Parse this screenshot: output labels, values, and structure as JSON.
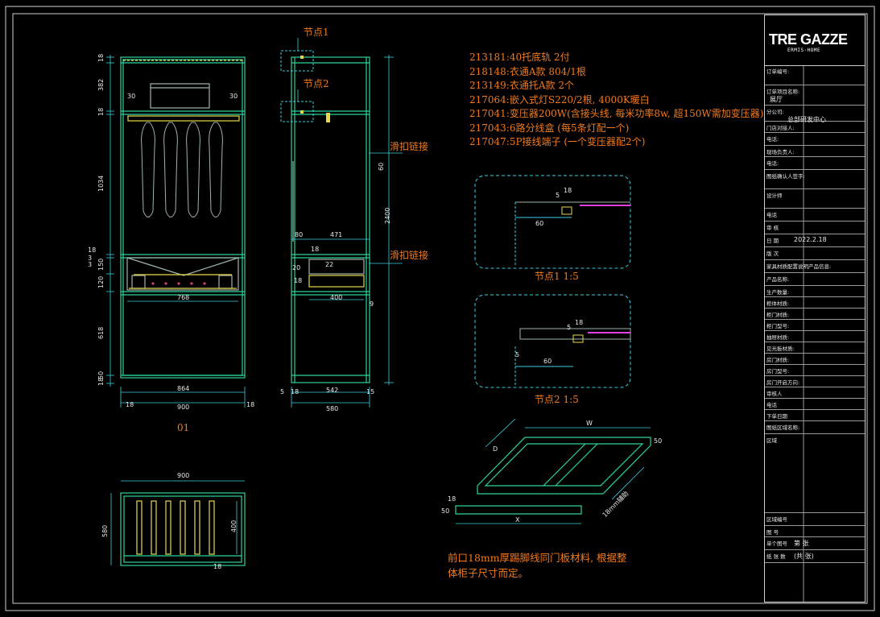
{
  "notes": {
    "lines": [
      "213181:40托底轨 2付",
      "218148:衣通A款 804/1根",
      "213149:衣通托A款 2个",
      "217064:嵌入式灯S220/2根, 4000K暖白",
      "217041:变压器200W(含接头线, 每米功率8w, 超150W需加变压器)",
      "217043:6路分线盒 (每5条灯配一个)",
      "217047:5P接线端子 (一个变压器配2个)"
    ],
    "bottom_note": [
      "前口18mm厚踢脚线同门板材料, 根据整",
      "体柜子尺寸而定。"
    ]
  },
  "labels": {
    "node1": "节点1",
    "node2": "节点2",
    "slide1": "滑扣链接",
    "slide2": "滑扣链接",
    "detail1": "节点1 1:5",
    "detail2": "节点2 1:5",
    "view_no": "01"
  },
  "dims": {
    "front_left": [
      "18",
      "382",
      "18",
      "1034",
      "18",
      "3",
      "3",
      "150",
      "120",
      "618",
      "50",
      "18"
    ],
    "front_30a": "30",
    "front_30b": "30",
    "front_768": "768",
    "front_864": "864",
    "front_900": "900",
    "front_18a": "18",
    "front_18b": "18",
    "side_80": "80",
    "side_471": "471",
    "side_18": "18",
    "side_20": "20",
    "side_18b": "18",
    "side_22": "22",
    "side_400": "400",
    "side_60": "60",
    "side_2400": "2400",
    "side_9": "9",
    "side_5": "5",
    "side_18c": "18",
    "side_542": "542",
    "side_15": "15",
    "side_580": "580",
    "top_900": "900",
    "top_580": "580",
    "top_400": "400",
    "top_18": "18",
    "d1_5": "5",
    "d1_18": "18",
    "d1_60": "60",
    "d2_5": "5",
    "d2_18": "18",
    "d2_60": "60",
    "d2_5b": "5",
    "iso_w": "W",
    "iso_d": "D",
    "iso_50": "50",
    "iso_x": "X",
    "iso_18": "18",
    "iso_50b": "50",
    "iso_18mm": "18mm辅助"
  },
  "title_block": {
    "brand": "TRE GAZZE",
    "brand_sub": "ERMIS·HOME",
    "rows": [
      {
        "label": "订单编号:",
        "value": ""
      },
      {
        "label": "订单项目名称:",
        "value": "展厅"
      },
      {
        "label": "分公司:",
        "value": "总部研发中心"
      },
      {
        "label": "门店对接人:",
        "value": ""
      },
      {
        "label": "电话:",
        "value": ""
      },
      {
        "label": "现场负责人:",
        "value": ""
      },
      {
        "label": "电话:",
        "value": ""
      },
      {
        "label": "图纸确认人签字:",
        "value": ""
      },
      {
        "label": "设计师",
        "value": ""
      },
      {
        "label": "电话",
        "value": ""
      },
      {
        "label": "审 核",
        "value": ""
      },
      {
        "label": "日 期",
        "value": "2022.2.18"
      },
      {
        "label": "版 次",
        "value": ""
      },
      {
        "label": "家具材质配置说明产品信息:",
        "value": ""
      },
      {
        "label": "产品名称:",
        "value": ""
      },
      {
        "label": "生产数量:",
        "value": ""
      },
      {
        "label": "柜体材质:",
        "value": ""
      },
      {
        "label": "柜门材质:",
        "value": ""
      },
      {
        "label": "柜门型号:",
        "value": ""
      },
      {
        "label": "抽屉材质:",
        "value": ""
      },
      {
        "label": "见光板材质:",
        "value": ""
      },
      {
        "label": "房门材质:",
        "value": ""
      },
      {
        "label": "房门型号:",
        "value": ""
      },
      {
        "label": "房门开启方向:",
        "value": ""
      },
      {
        "label": "审核人",
        "value": ""
      },
      {
        "label": "电话",
        "value": ""
      },
      {
        "label": "下单日期",
        "value": ""
      },
      {
        "label": "图纸区域名称:",
        "value": ""
      },
      {
        "label": "区域",
        "value": ""
      },
      {
        "label": "区域编号",
        "value": ""
      },
      {
        "label": "图 号",
        "value": ""
      },
      {
        "label": "单个图号",
        "value": "第 张"
      },
      {
        "label": "纸 张 数",
        "value": "(共 张)"
      }
    ]
  },
  "colors": {
    "frame": "#cfcfcf",
    "cabinet": "#2fd39b",
    "dim": "#3ad0e0",
    "yellow": "#e6d84a",
    "orange": "#f07a1c",
    "magenta": "#e040e0",
    "green_marker": "#2ecc40"
  }
}
